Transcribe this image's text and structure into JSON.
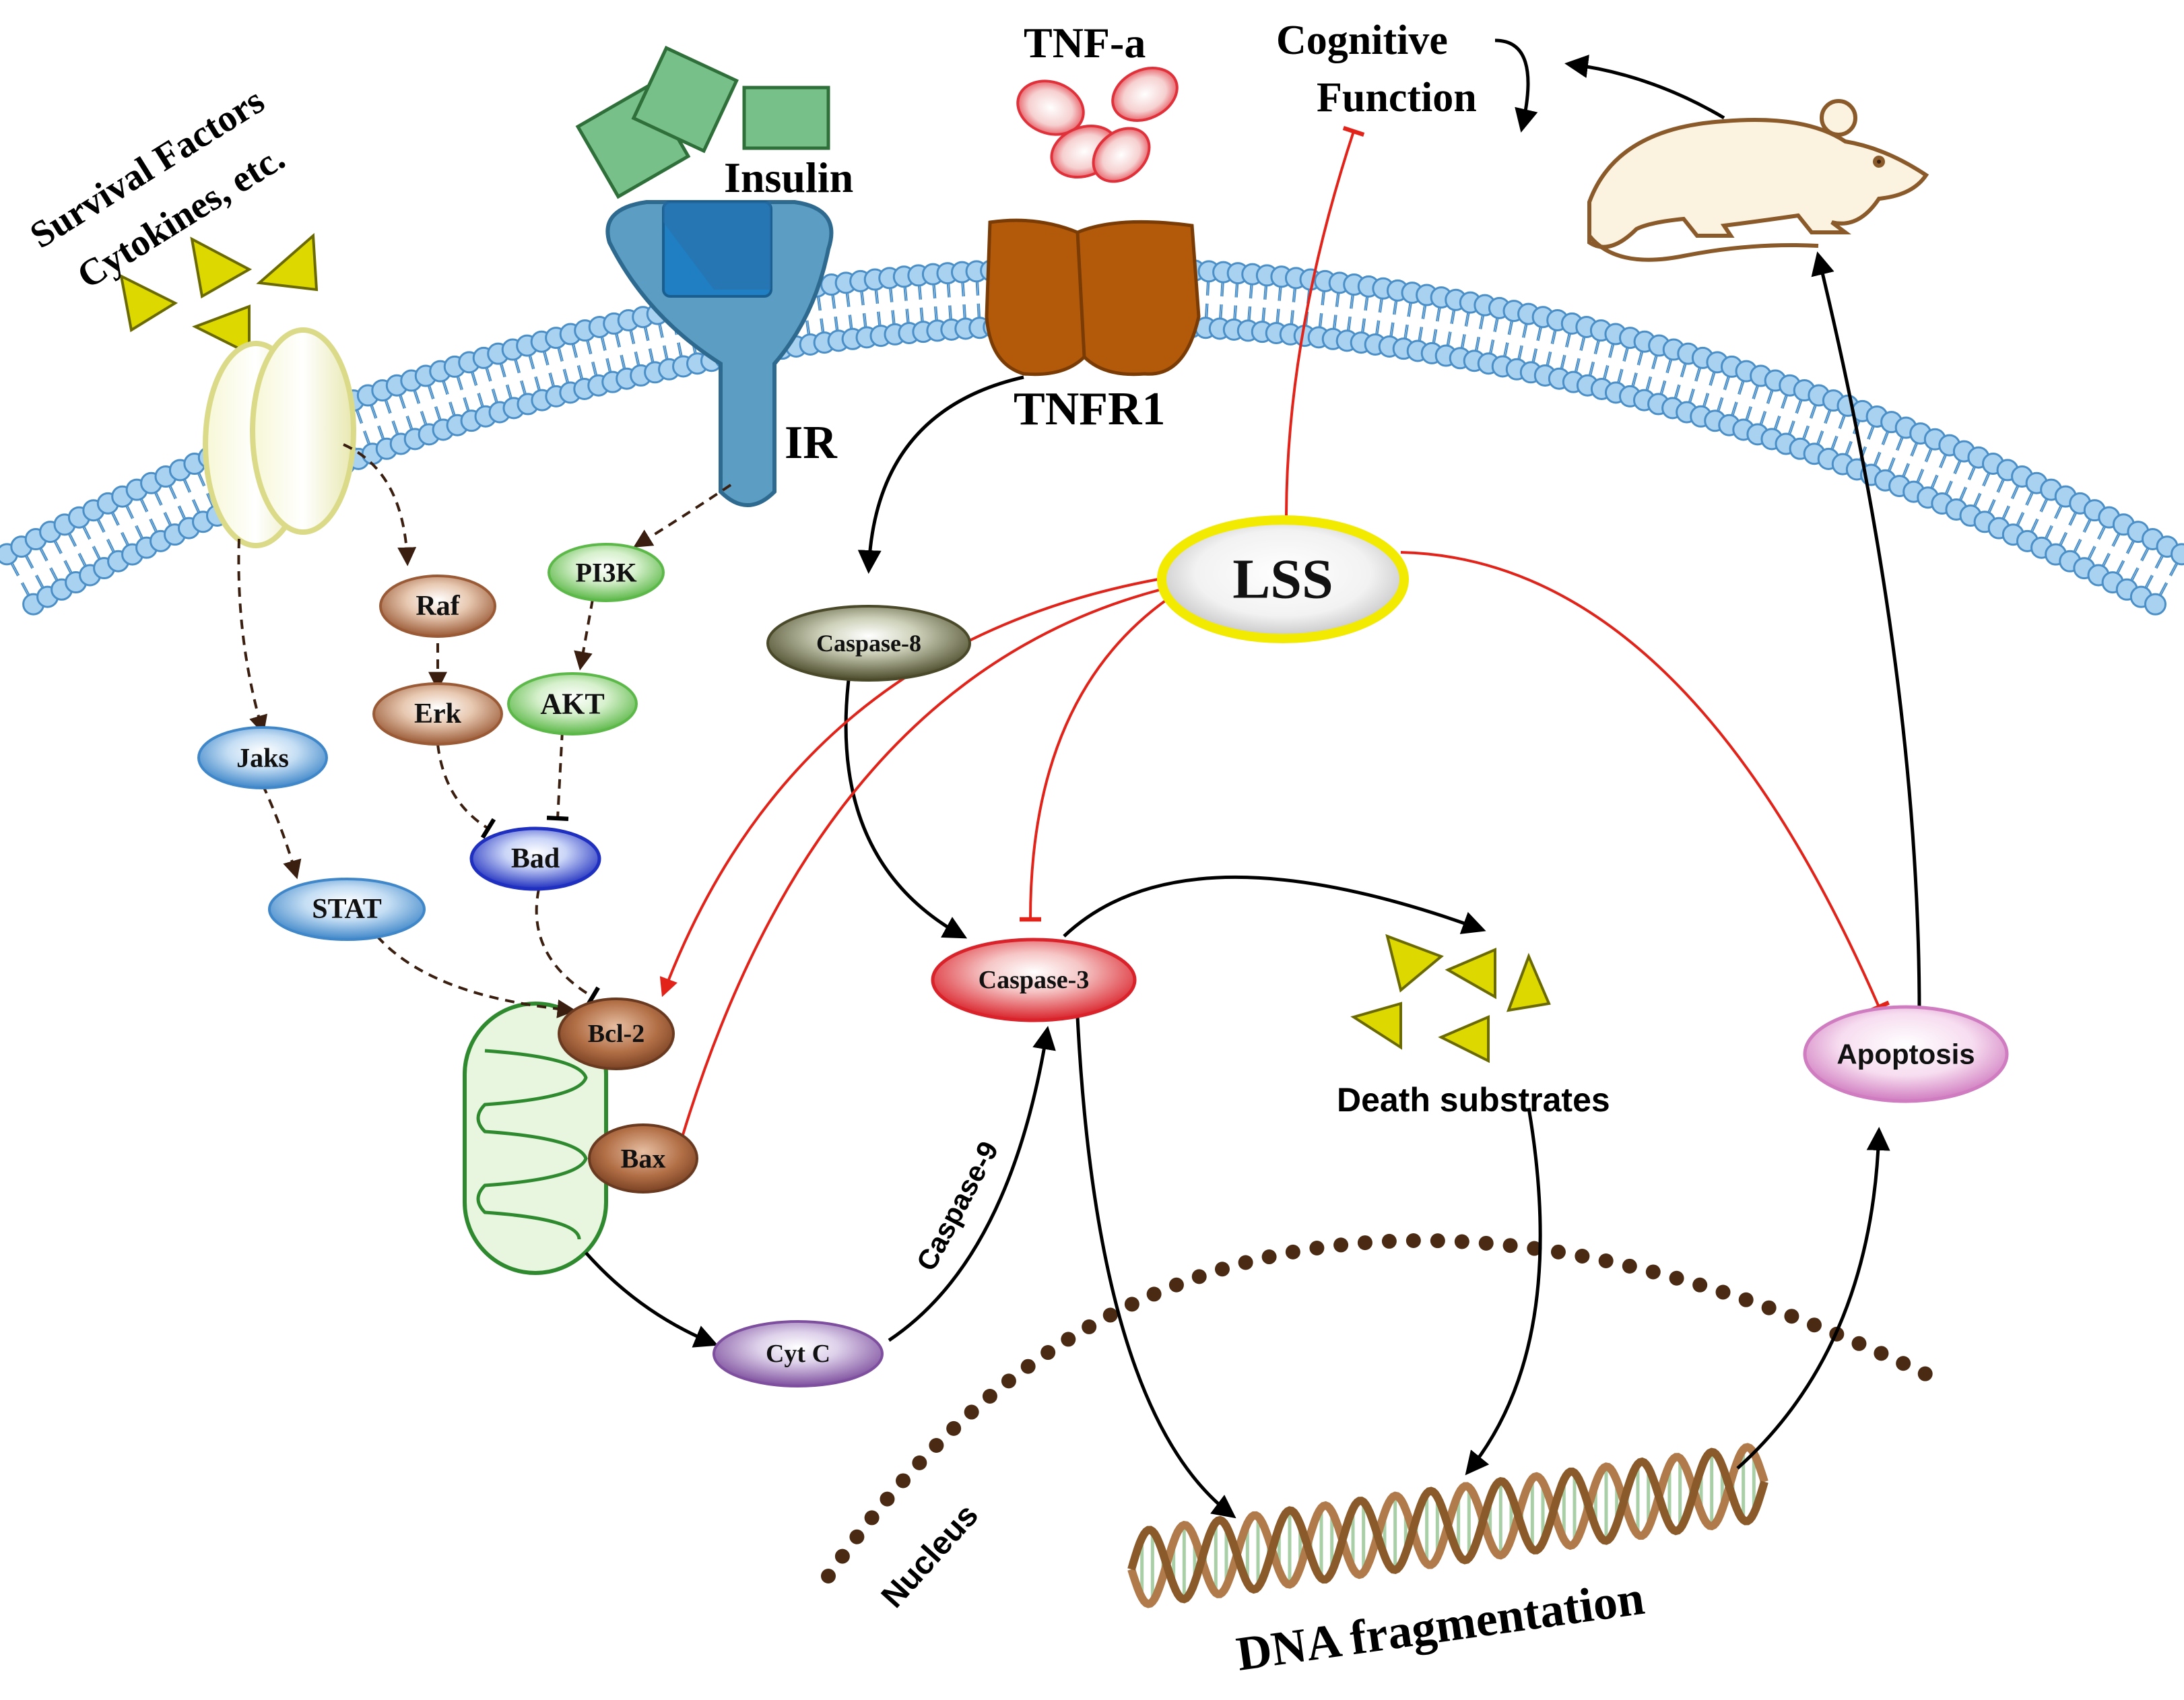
{
  "labels": {
    "survival_factors": "Survival Factors",
    "cytokines": "Cytokines, etc.",
    "insulin": "Insulin",
    "ir": "IR",
    "tnf_a": "TNF-a",
    "tnfr1": "TNFR1",
    "cognitive": "Cognitive",
    "function": "Function",
    "lss": "LSS",
    "death_substrates": "Death substrates",
    "nucleus": "Nucleus",
    "dna_fragmentation": "DNA fragmentation",
    "caspase9_edge": "Caspase-9"
  },
  "nodes": {
    "raf": "Raf",
    "erk": "Erk",
    "jaks": "Jaks",
    "stat": "STAT",
    "pi3k": "PI3K",
    "akt": "AKT",
    "bad": "Bad",
    "bcl2": "Bcl-2",
    "bax": "Bax",
    "cytc": "Cyt C",
    "caspase8": "Caspase-8",
    "caspase3": "Caspase-3",
    "apoptosis": "Apoptosis"
  },
  "colors": {
    "membrane": "#a9d2f0",
    "membrane_stroke": "#4a8fc7",
    "activation": "#000000",
    "inhibition": "#e2231a",
    "lss_ring": "#f2ea00",
    "insulin": "#6fb57a",
    "receptor": "#5b9dc3",
    "tnfr": "#b35a0a",
    "tnf": "#e0303a",
    "survival": "#d4d000",
    "mito": "#3a9a3a",
    "nucleus_dots": "#4a2a12"
  }
}
